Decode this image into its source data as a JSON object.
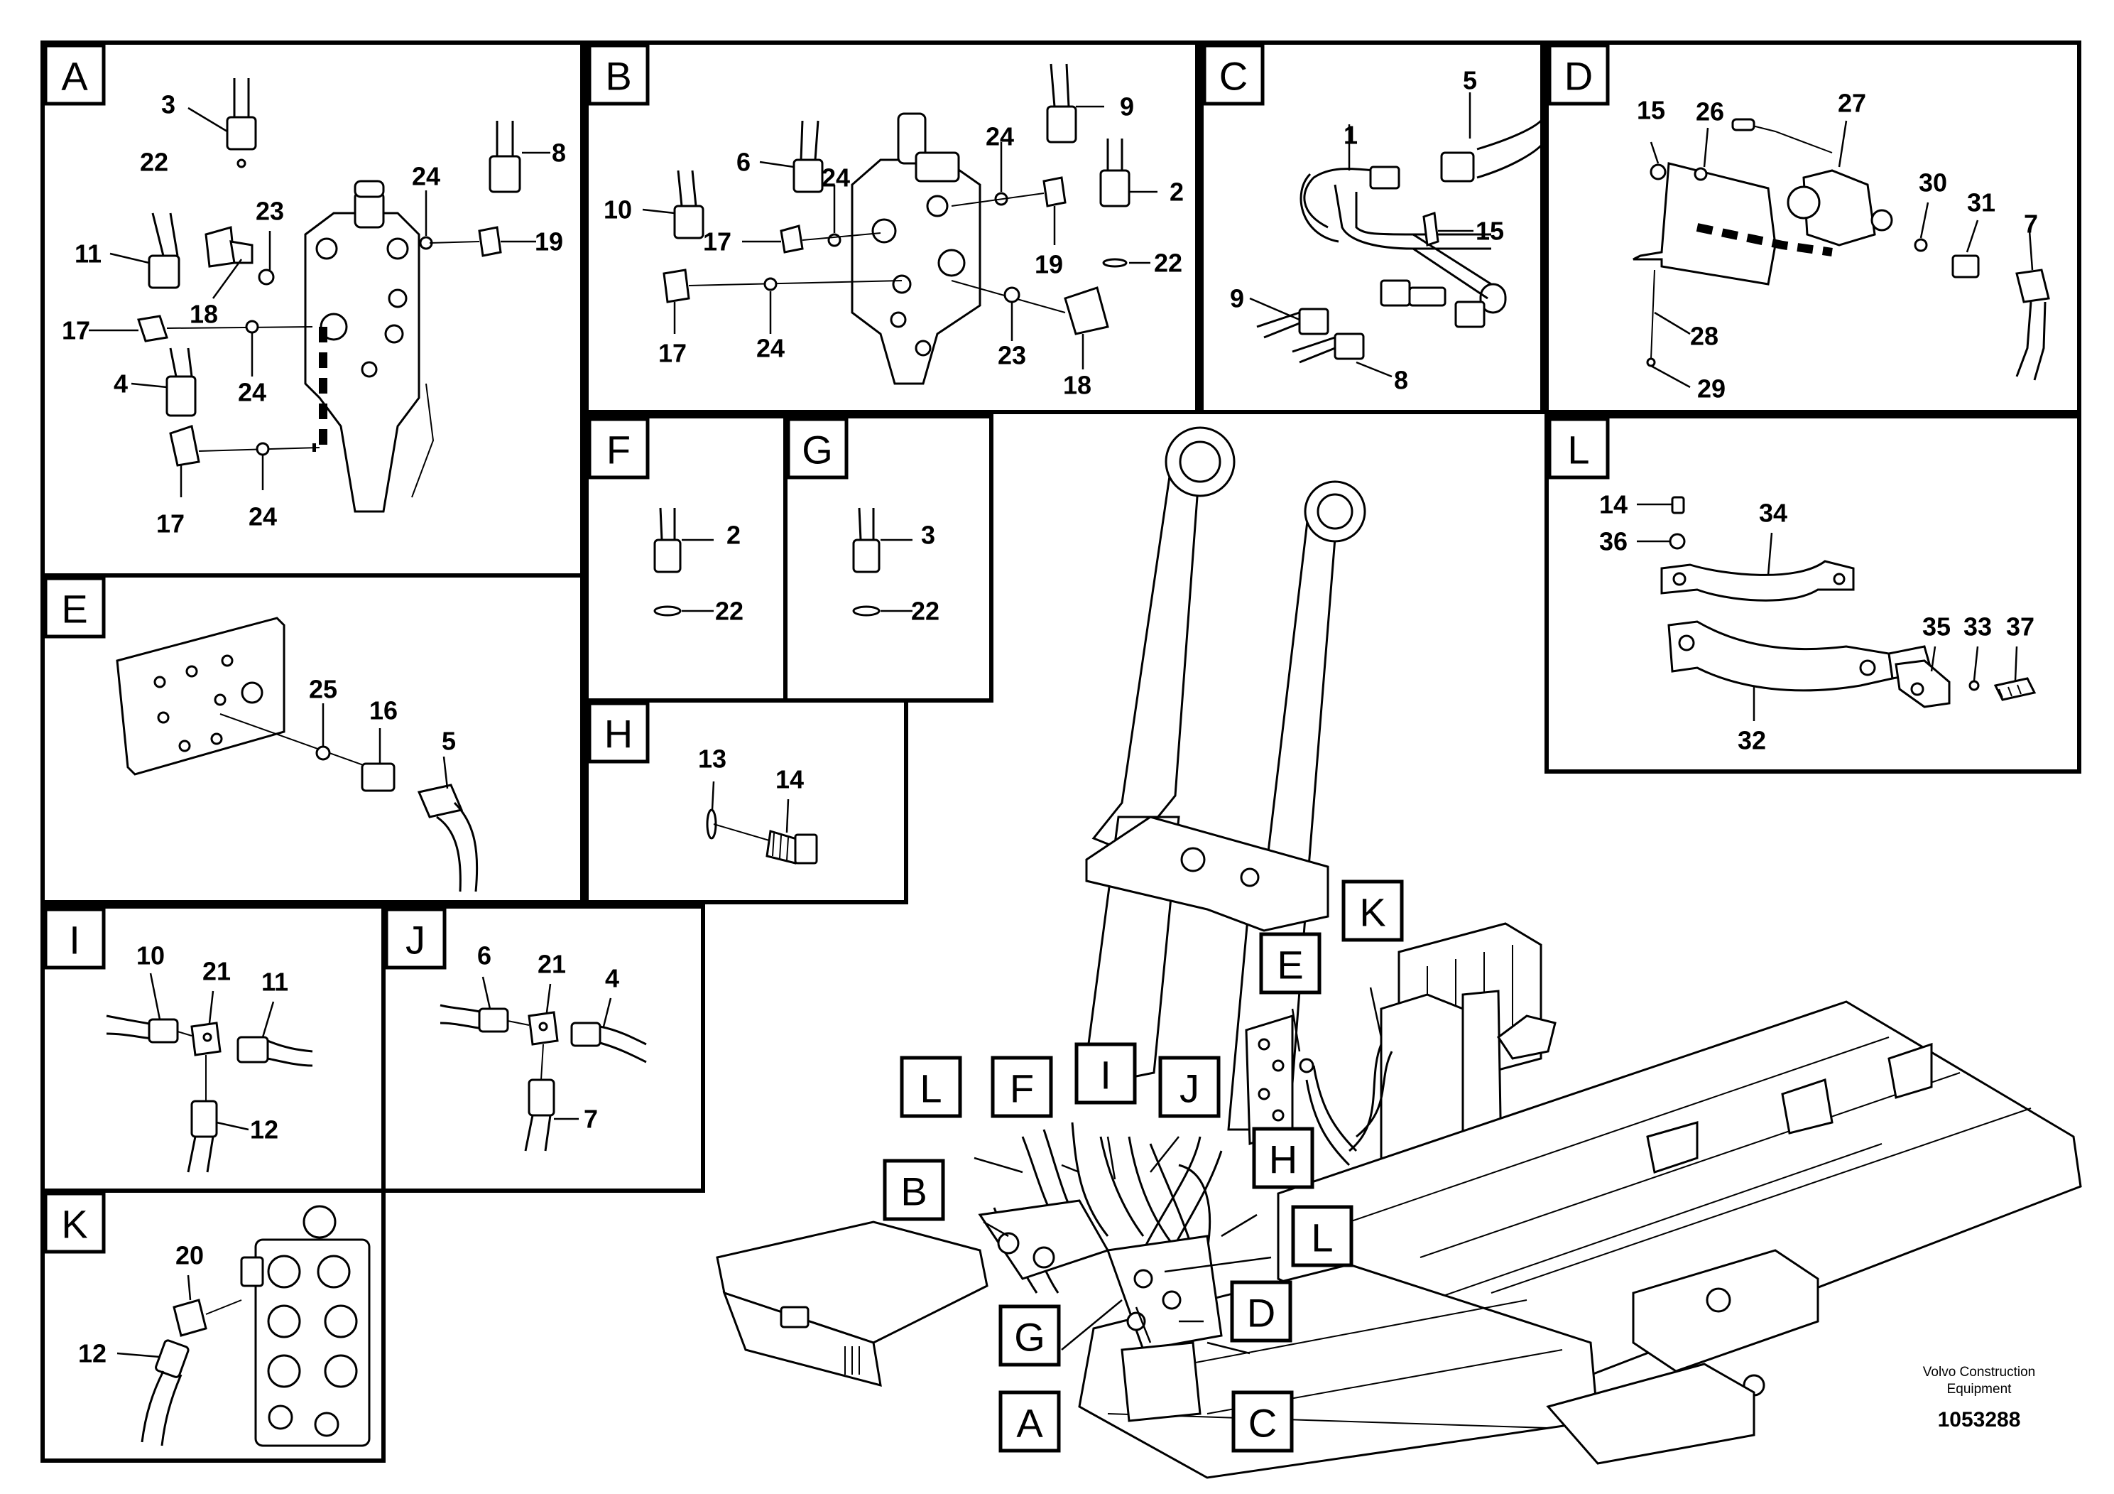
{
  "brand": {
    "line1": "Volvo Construction",
    "line2": "Equipment",
    "document_number": "1053288"
  },
  "panels": {
    "A": {
      "label": "A",
      "callouts": [
        "3",
        "22",
        "23",
        "11",
        "18",
        "17",
        "24",
        "24",
        "24",
        "4",
        "17",
        "24",
        "8",
        "19"
      ]
    },
    "B": {
      "label": "B",
      "callouts": [
        "6",
        "24",
        "10",
        "17",
        "24",
        "9",
        "2",
        "19",
        "22",
        "17",
        "24",
        "23",
        "18"
      ]
    },
    "C": {
      "label": "C",
      "callouts": [
        "5",
        "1",
        "15",
        "9",
        "8"
      ]
    },
    "D": {
      "label": "D",
      "callouts": [
        "15",
        "26",
        "27",
        "30",
        "31",
        "7",
        "28",
        "29"
      ]
    },
    "E": {
      "label": "E",
      "callouts": [
        "25",
        "16",
        "5"
      ]
    },
    "F": {
      "label": "F",
      "callouts": [
        "2",
        "22"
      ]
    },
    "G": {
      "label": "G",
      "callouts": [
        "3",
        "22"
      ]
    },
    "H": {
      "label": "H",
      "callouts": [
        "13",
        "14"
      ]
    },
    "I": {
      "label": "I",
      "callouts": [
        "10",
        "21",
        "11",
        "12"
      ]
    },
    "J": {
      "label": "J",
      "callouts": [
        "6",
        "21",
        "4",
        "7"
      ]
    },
    "K": {
      "label": "K",
      "callouts": [
        "20",
        "12"
      ]
    },
    "L": {
      "label": "L",
      "callouts": [
        "14",
        "34",
        "36",
        "35",
        "33",
        "37",
        "32"
      ]
    }
  },
  "overview_tags": [
    "K",
    "E",
    "L",
    "F",
    "I",
    "J",
    "H",
    "B",
    "L",
    "D",
    "G",
    "A",
    "C"
  ],
  "colors": {
    "line": "#000000",
    "background": "#ffffff"
  }
}
